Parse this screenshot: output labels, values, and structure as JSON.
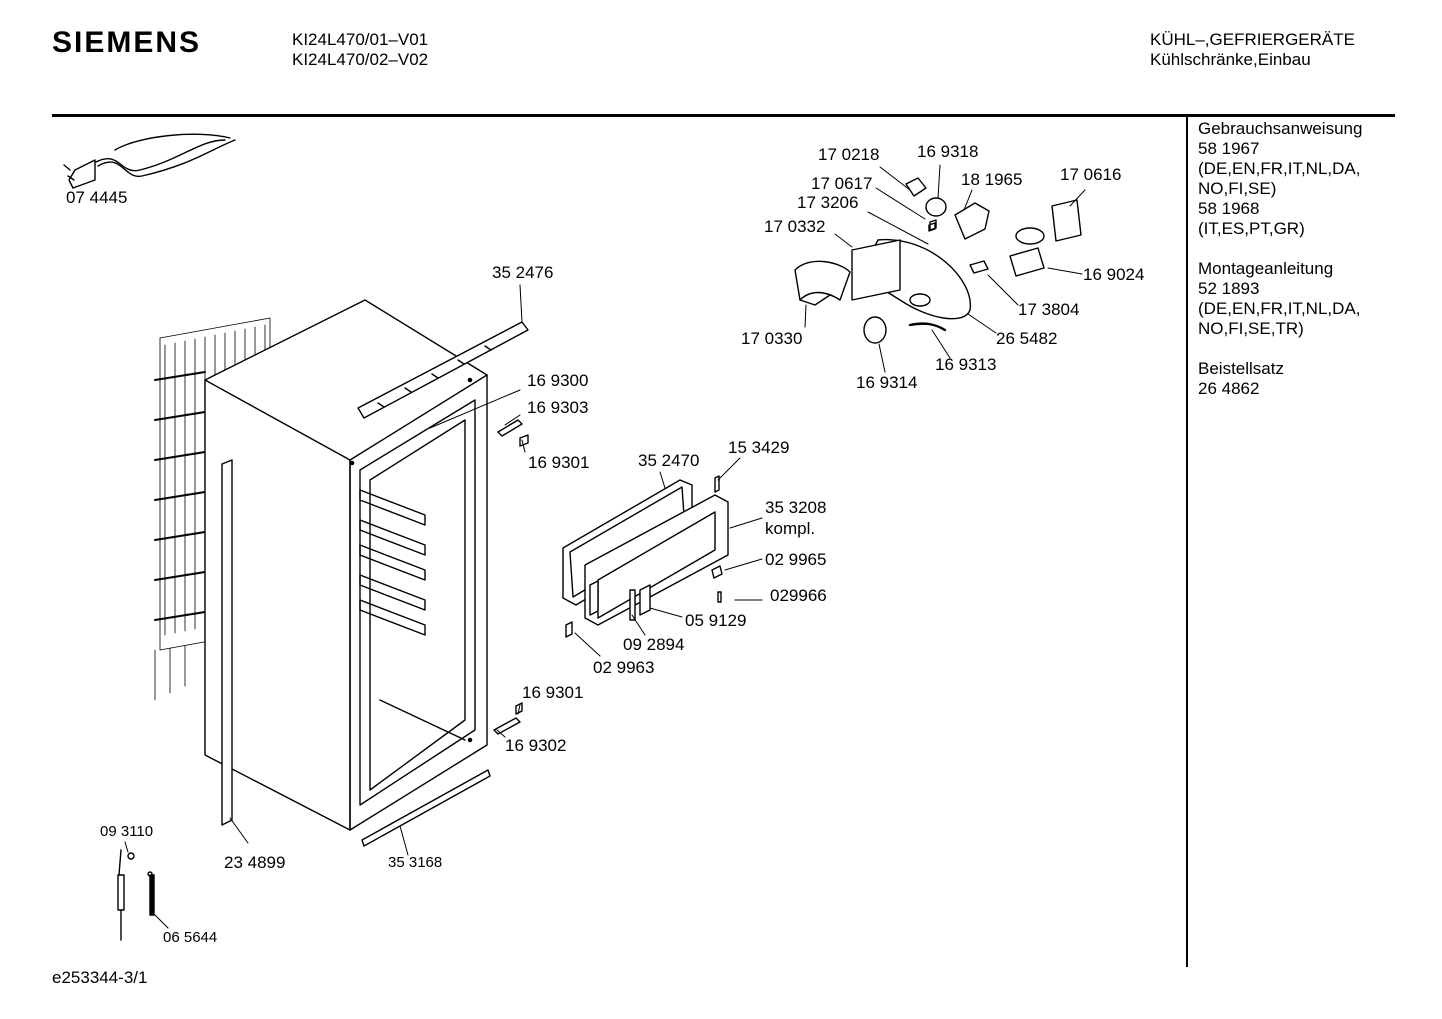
{
  "header": {
    "brand": "SIEMENS",
    "models": [
      "KI24L470/01–V01",
      "KI24L470/02–V02"
    ],
    "category": "KÜHL–,GEFRIERGERÄTE",
    "subcategory": "Kühlschränke,Einbau"
  },
  "sidebar": {
    "blocks": [
      {
        "title": "Gebrauchsanweisung",
        "lines": [
          "58 1967",
          "(DE,EN,FR,IT,NL,DA,",
          "NO,FI,SE)",
          "58 1968",
          "(IT,ES,PT,GR)"
        ]
      },
      {
        "title": "Montageanleitung",
        "lines": [
          "52 1893",
          "(DE,EN,FR,IT,NL,DA,",
          "NO,FI,SE,TR)"
        ]
      },
      {
        "title": "Beistellsatz",
        "lines": [
          "26 4862"
        ]
      }
    ]
  },
  "parts": [
    "07 4445",
    "35 2476",
    "16 9300",
    "16 9303",
    "16 9301",
    "35 2470",
    "15 3429",
    "35 3208",
    "kompl.",
    "02 9965",
    "029966",
    "05 9129",
    "09 2894",
    "02 9963",
    "16 9301",
    "16 9302",
    "23 4899",
    "35 3168",
    "09 3110",
    "06 5644",
    "17 0218",
    "16 9318",
    "17 0617",
    "18 1965",
    "17 0616",
    "17 3206",
    "17 0332",
    "16 9024",
    "17 3804",
    "26 5482",
    "17 0330",
    "16 9313",
    "16 9314"
  ],
  "footer": {
    "drawing_id": "e253344-3/1"
  }
}
